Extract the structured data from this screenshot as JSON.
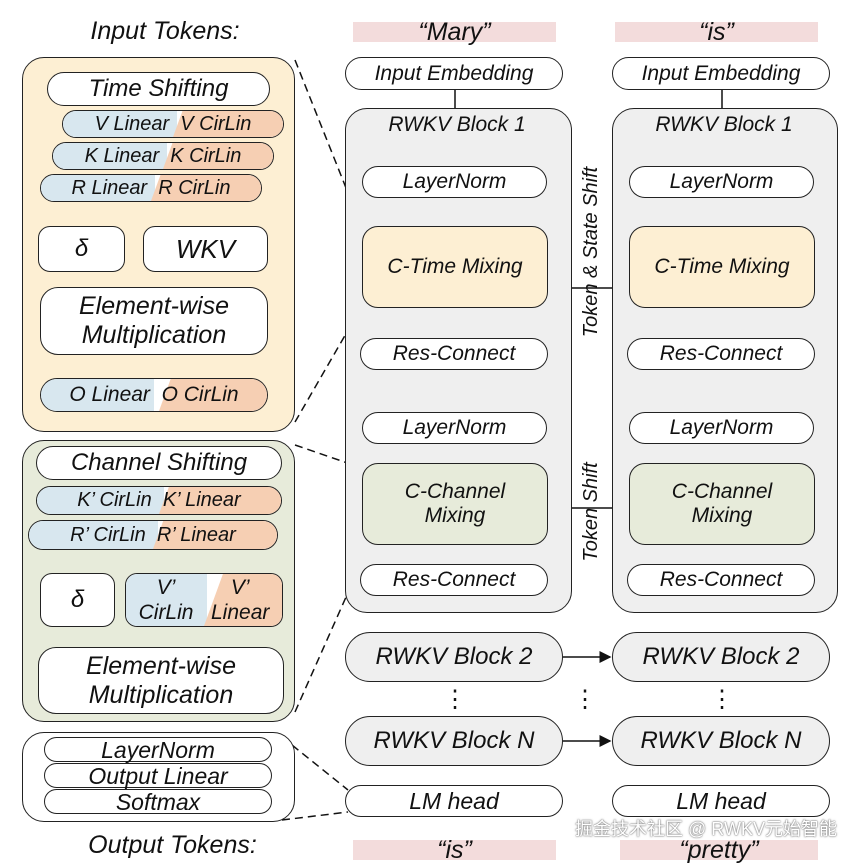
{
  "left": {
    "input_title": "Input Tokens:",
    "output_title": "Output Tokens:",
    "time_mixing": {
      "shifting": "Time Shifting",
      "v": [
        "V Linear",
        "V CirLin"
      ],
      "k": [
        "K Linear",
        "K CirLin"
      ],
      "r": [
        "R Linear",
        "R CirLin"
      ],
      "delta": "δ",
      "wkv": "WKV",
      "mult": [
        "Element-wise",
        "Multiplication"
      ],
      "o": [
        "O Linear",
        "O CirLin"
      ]
    },
    "channel_mixing": {
      "shifting": "Channel Shifting",
      "k": [
        "K’  CirLin",
        "K’  Linear"
      ],
      "r": [
        "R’  CirLin",
        "R’  Linear"
      ],
      "delta": "δ",
      "v": [
        "V’",
        "CirLin",
        "V’",
        "Linear"
      ],
      "mult": [
        "Element-wise",
        "Multiplication"
      ]
    },
    "head": [
      "LayerNorm",
      "Output Linear",
      "Softmax"
    ]
  },
  "columns": [
    {
      "input": "“Mary”",
      "output": "“is”"
    },
    {
      "input": "“is”",
      "output": "“pretty”"
    }
  ],
  "block": {
    "embedding": "Input Embedding",
    "title": "RWKV Block 1",
    "layernorm": "LayerNorm",
    "time_mixing": "C-Time Mixing",
    "res": "Res-Connect",
    "channel_mixing": [
      "C-Channel",
      "Mixing"
    ],
    "block2": "RWKV Block 2",
    "blockN": "RWKV Block N",
    "lm_head": "LM head",
    "dots": "⋮"
  },
  "shift_labels": {
    "state": "Token & State Shift",
    "token": "Token Shift"
  },
  "watermark": "掘金技术社区 @ RWKV元始智能",
  "colors": {
    "time_bg": "#fdefd3",
    "channel_bg": "#e7ebda",
    "block_bg": "#efefef",
    "linear": "#d8e7ef",
    "cirlin": "#f6cfb3",
    "token_hl": "#f3dcdc"
  }
}
